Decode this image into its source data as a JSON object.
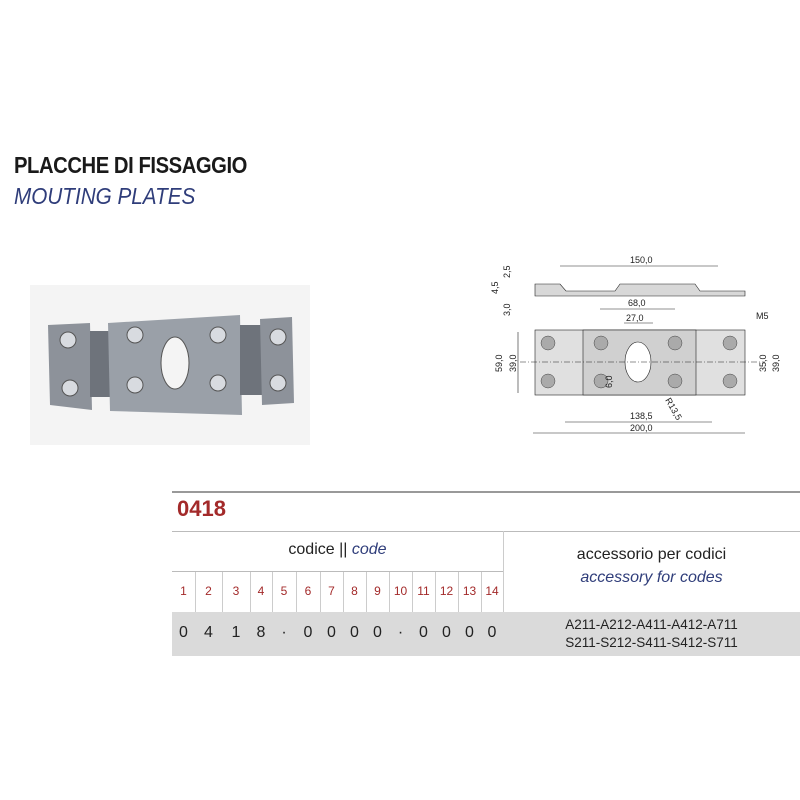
{
  "title": {
    "it": "PLACCHE DI FISSAGGIO",
    "en": "MOUTING PLATES"
  },
  "drawing": {
    "dims": [
      "150,0",
      "2,5",
      "4,5",
      "3,0",
      "68,0",
      "27,0",
      "M5",
      "59,0",
      "39,0",
      "35,0",
      "39,0",
      "6,0",
      "R13,5",
      "138,5",
      "200,0"
    ]
  },
  "product_code": "0418",
  "table": {
    "code_header_it": "codice ||",
    "code_header_en": "code",
    "accessory_header_it": "accessorio per codici",
    "accessory_header_en": "accessory for codes",
    "positions": [
      "1",
      "2",
      "3",
      "4",
      "5",
      "6",
      "7",
      "8",
      "9",
      "10",
      "11",
      "12",
      "13",
      "14"
    ],
    "digits": [
      "0",
      "4",
      "1",
      "8",
      "·",
      "0",
      "0",
      "0",
      "0",
      "·",
      "0",
      "0",
      "0",
      "0"
    ],
    "accessory_codes": [
      "A211-A212-A411-A412-A711",
      "S211-S212-S411-S412-S711"
    ]
  }
}
